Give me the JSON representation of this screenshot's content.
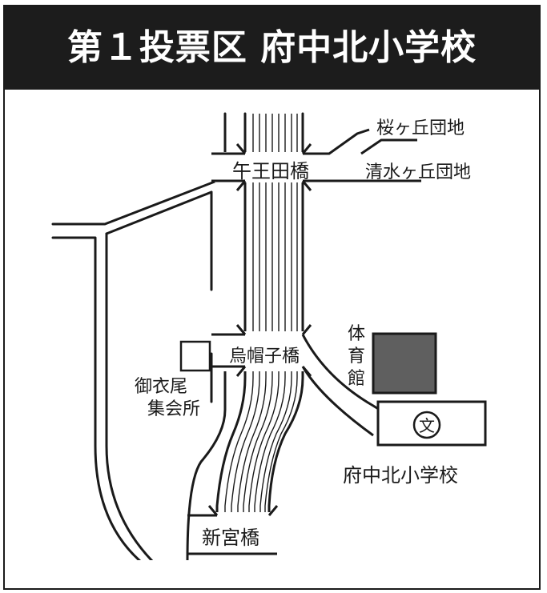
{
  "header": {
    "title": "第１投票区 府中北小学校"
  },
  "bridges": {
    "gozouda": "午王田橋",
    "eboshigo": "烏帽子橋",
    "shinmiya": "新宮橋"
  },
  "places": {
    "sakuragaoka": "桜ヶ丘団地",
    "shimizugaoka": "清水ヶ丘団地",
    "gymnasium": [
      "体",
      "育",
      "館"
    ],
    "hall_line1": "御衣尾",
    "hall_line2": "集会所",
    "school_label": "府中北小学校",
    "school_symbol": "文"
  },
  "colors": {
    "header_bg": "#1c1c1c",
    "gym_fill": "#5f5f5f",
    "line": "#1a1a1a"
  }
}
